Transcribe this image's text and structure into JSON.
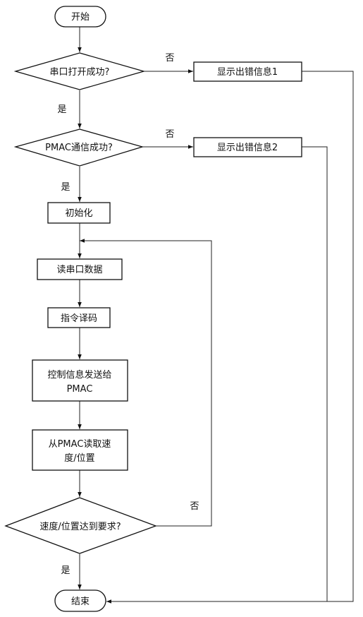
{
  "flowchart": {
    "start": "开始",
    "end": "结束",
    "decision_serial": "串口打开成功?",
    "decision_pmac": "PMAC通信成功?",
    "decision_speed": "速度/位置达到要求?",
    "error1": "显示出错信息1",
    "error2": "显示出错信息2",
    "init": "初始化",
    "read_serial": "读串口数据",
    "decode": "指令译码",
    "send_line1": "控制信息发送给",
    "send_line2": "PMAC",
    "read_pmac_line1": "从PMAC读取速",
    "read_pmac_line2": "度/位置",
    "label_no_serial": "否",
    "label_no_pmac": "否",
    "label_no_speed": "否",
    "label_yes_serial": "是",
    "label_yes_pmac": "是",
    "label_yes_speed": "是"
  }
}
